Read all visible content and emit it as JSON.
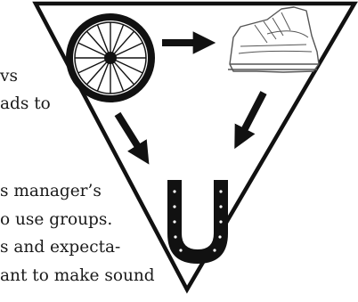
{
  "page": {
    "background": "#ffffff",
    "text_color": "#1a1a1a"
  },
  "body_text_fragments": [
    "vs",
    "ads to",
    "s manager’s",
    "o use groups.",
    "s and expecta-",
    "ant to make sound"
  ],
  "diagram": {
    "frame": "inverted-triangle",
    "nodes": [
      {
        "id": "wheel",
        "icon": "wagon-wheel-icon"
      },
      {
        "id": "boot",
        "icon": "hiking-boot-icon"
      },
      {
        "id": "horseshoe",
        "icon": "horseshoe-icon"
      }
    ],
    "arrows": [
      {
        "from": "wheel",
        "to": "boot"
      },
      {
        "from": "wheel",
        "to": "horseshoe"
      },
      {
        "from": "boot",
        "to": "horseshoe"
      }
    ],
    "stroke_color": "#111111",
    "fill_color": "#ffffff"
  }
}
